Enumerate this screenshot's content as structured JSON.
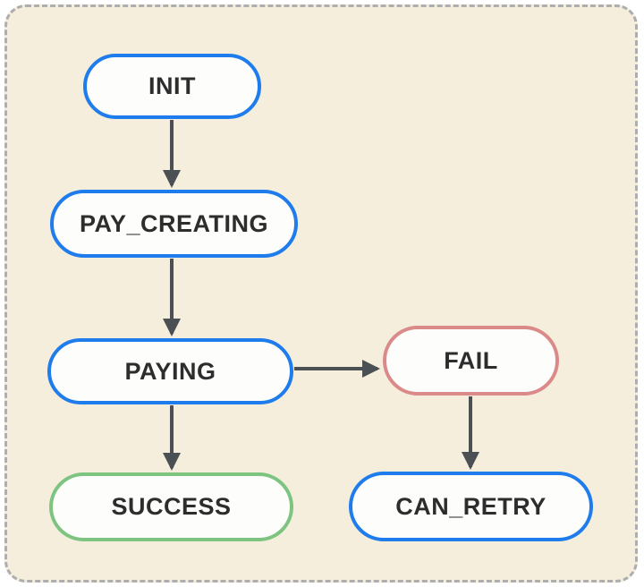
{
  "diagram": {
    "type": "state-flowchart",
    "canvas": {
      "background_color": "#f5eedc",
      "border_color": "#aeaeae",
      "border_style": "dashed"
    },
    "colors": {
      "node_border_blue": "#1e7cec",
      "node_border_red": "#db8a8a",
      "node_border_green": "#7cc47f",
      "node_fill": "#fdfdfb",
      "arrow": "#4b5055",
      "text": "#2d2d2d"
    },
    "nodes": [
      {
        "id": "init",
        "label": "INIT",
        "border_color": "#1e7cec"
      },
      {
        "id": "pay_creating",
        "label": "PAY_CREATING",
        "border_color": "#1e7cec"
      },
      {
        "id": "paying",
        "label": "PAYING",
        "border_color": "#1e7cec"
      },
      {
        "id": "fail",
        "label": "FAIL",
        "border_color": "#db8a8a"
      },
      {
        "id": "success",
        "label": "SUCCESS",
        "border_color": "#7cc47f"
      },
      {
        "id": "can_retry",
        "label": "CAN_RETRY",
        "border_color": "#1e7cec"
      }
    ],
    "edges": [
      {
        "from": "INIT",
        "to": "PAY_CREATING"
      },
      {
        "from": "PAY_CREATING",
        "to": "PAYING"
      },
      {
        "from": "PAYING",
        "to": "FAIL"
      },
      {
        "from": "PAYING",
        "to": "SUCCESS"
      },
      {
        "from": "FAIL",
        "to": "CAN_RETRY"
      }
    ]
  }
}
